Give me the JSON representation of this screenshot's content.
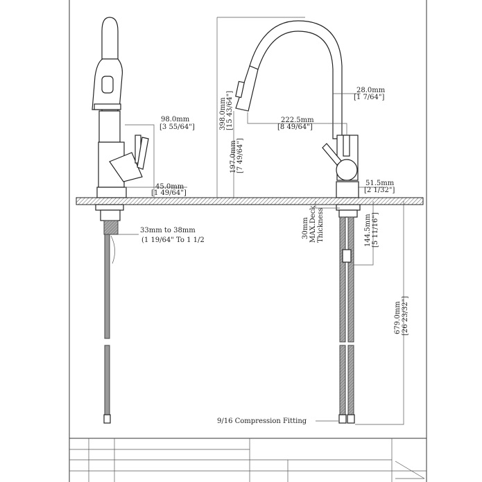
{
  "dimensions": {
    "handle_reach": {
      "mm": "98.0mm",
      "inch": "[3 55/64\"]"
    },
    "base_diameter_left": {
      "mm": "45.0mm",
      "inch": "[1 49/64\"]"
    },
    "hole_size": {
      "mm": "33mm to 38mm",
      "inch": "(1 19/64\" To 1 1/2"
    },
    "total_height": {
      "mm": "398.0mm",
      "inch": "[15 43/64\"]"
    },
    "spout_clearance": {
      "mm": "197.0mm",
      "inch": "[7 49/64\"]"
    },
    "spout_reach": {
      "mm": "222.5mm",
      "inch": "[8 49/64\"]"
    },
    "tube_diameter": {
      "mm": "28.0mm",
      "inch": "[1 7/64\"]"
    },
    "base_diameter_right": {
      "mm": "51.5mm",
      "inch": "[2 1/32\"]"
    },
    "deck_thickness": {
      "line1": "30mm",
      "line2": "MAX.Deck",
      "line3": "Thickness"
    },
    "shank_length": {
      "mm": "144.5mm",
      "inch": "[5 11/16\"]"
    },
    "hose_length": {
      "mm": "679.0mm",
      "inch": "[26 23/32\"]"
    }
  },
  "fitting_label": "9/16 Compression Fitting"
}
